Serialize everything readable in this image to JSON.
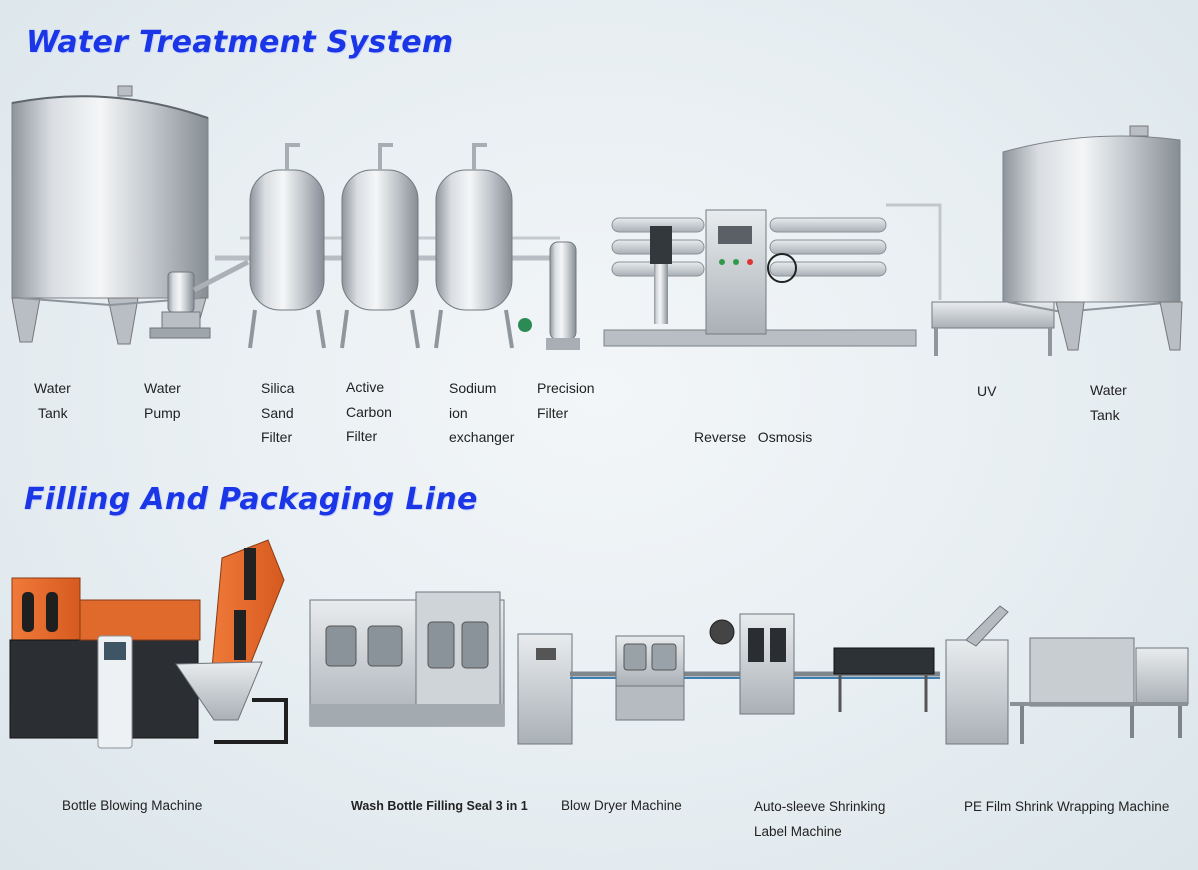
{
  "water_section": {
    "title": "Water Treatment System",
    "labels": [
      {
        "lines": [
          "Water",
          "Tank"
        ]
      },
      {
        "lines": [
          "Water",
          "Pump"
        ]
      },
      {
        "lines": [
          "Silica",
          "Sand",
          "Filter"
        ]
      },
      {
        "lines": [
          "Active",
          "Carbon",
          "Filter"
        ]
      },
      {
        "lines": [
          "Sodium",
          "ion",
          "exchanger"
        ]
      },
      {
        "lines": [
          "Precision",
          "Filter"
        ]
      },
      {
        "lines": [
          "Reverse   Osmosis"
        ]
      },
      {
        "lines": [
          "UV"
        ]
      },
      {
        "lines": [
          "Water",
          "Tank"
        ]
      }
    ]
  },
  "filling_section": {
    "title": "Filling And Packaging Line",
    "labels": [
      {
        "lines": [
          "Bottle Blowing Machine"
        ]
      },
      {
        "lines": [
          "Wash Bottle Filling Seal 3 in 1"
        ]
      },
      {
        "lines": [
          "Blow Dryer Machine"
        ]
      },
      {
        "lines": [
          "Auto-sleeve Shrinking",
          "Label Machine"
        ]
      },
      {
        "lines": [
          "PE Film Shrink Wrapping Machine"
        ]
      }
    ]
  },
  "colors": {
    "heading": "#1a36e6",
    "steel": "#c9ced3",
    "orange": "#e8672a",
    "dark": "#2b2f33"
  }
}
